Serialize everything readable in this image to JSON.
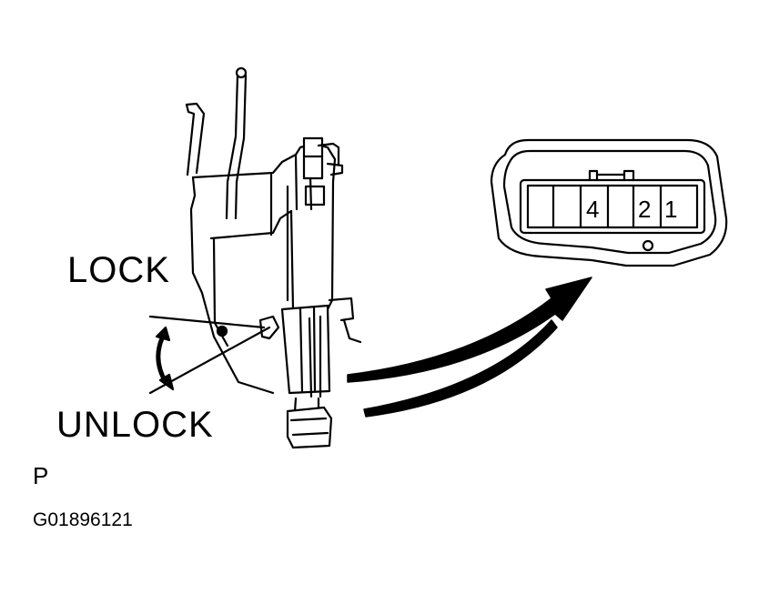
{
  "labels": {
    "lock": "LOCK",
    "unlock": "UNLOCK",
    "view_letter": "P",
    "figure_code": "G01896121"
  },
  "connector": {
    "pins": [
      "4",
      "2",
      "1"
    ]
  },
  "colors": {
    "line": "#000000",
    "background": "#ffffff"
  }
}
